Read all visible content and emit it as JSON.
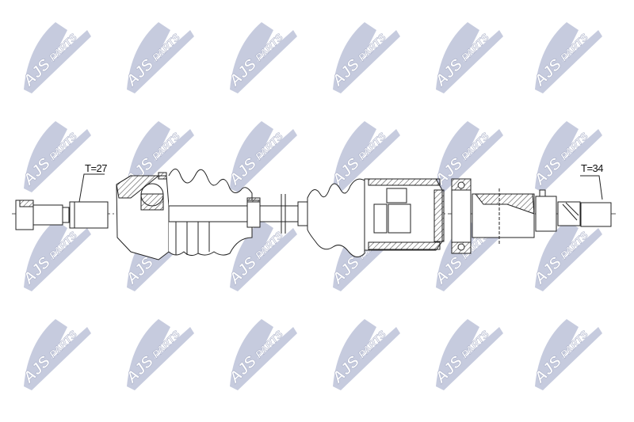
{
  "watermark": {
    "brand": "AJS",
    "suffix": "PARTS",
    "color": "#bcc2d8"
  },
  "drawing": {
    "subject": "drive-shaft",
    "labels": {
      "left_spline": "T=27",
      "right_spline": "T=34"
    },
    "line_color": "#222222"
  }
}
